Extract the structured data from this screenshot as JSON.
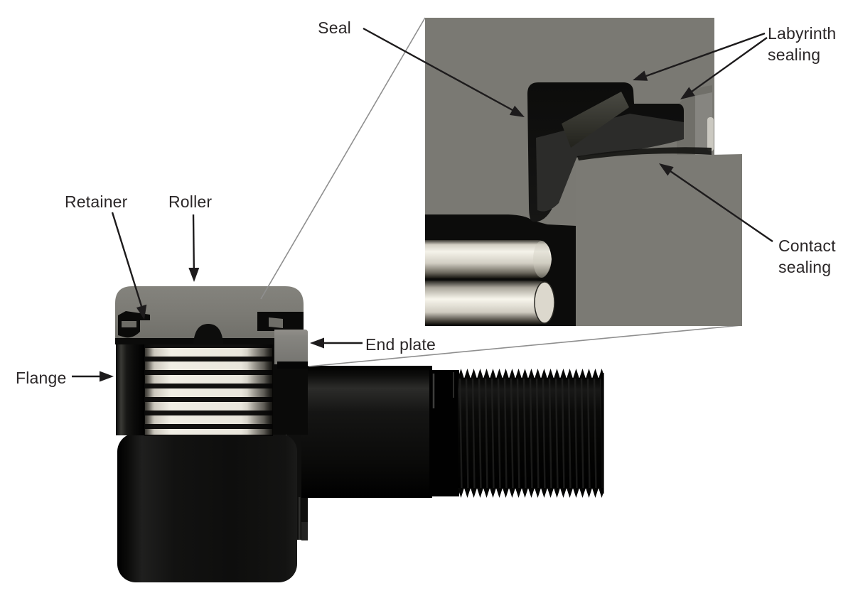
{
  "figure": {
    "type": "technical-cutaway-diagram",
    "subject": "Stud-type cam follower (track roller) bearing with enlarged sealing detail view",
    "background_color": "#ffffff"
  },
  "labels": {
    "seal": "Seal",
    "labyrinth_sealing": "Labyrinth sealing",
    "contact_sealing": "Contact sealing",
    "retainer": "Retainer",
    "roller": "Roller",
    "flange": "Flange",
    "end_plate": "End plate"
  },
  "colors": {
    "cut_face_gray": "#7a7973",
    "end_plate_gray": "#868580",
    "metal_black": "#0c0c0b",
    "roller_cream": "#f2efe6",
    "label_text": "#2b2728",
    "callout_line": "#8f8f8f",
    "arrow": "#1d1b1c"
  }
}
